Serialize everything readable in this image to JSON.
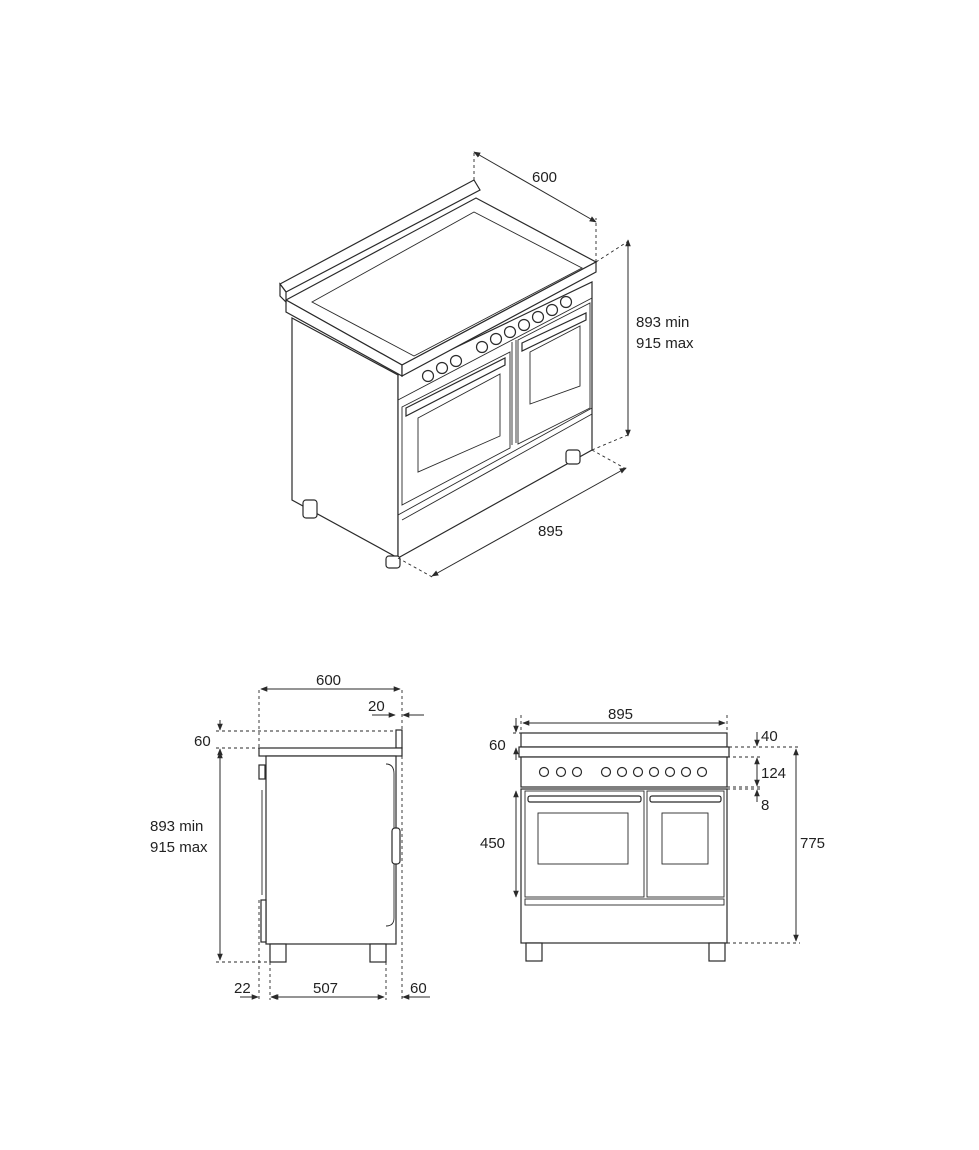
{
  "iso_view": {
    "depth_label": "600",
    "height_min_label": "893 min",
    "height_max_label": "915 max",
    "width_label": "895"
  },
  "side_view": {
    "depth_label": "600",
    "upstand_depth_label": "20",
    "upstand_height_label": "60",
    "height_min_label": "893 min",
    "height_max_label": "915 max",
    "front_offset_label": "22",
    "feet_span_label": "507",
    "rear_offset_label": "60"
  },
  "front_view": {
    "width_label": "895",
    "upstand_height_label": "60",
    "top_label": "40",
    "control_panel_label": "124",
    "gap_label": "8",
    "oven_height_label": "450",
    "worktop_height_label": "775"
  },
  "colors": {
    "line": "#2a2a2a",
    "background": "#ffffff"
  }
}
